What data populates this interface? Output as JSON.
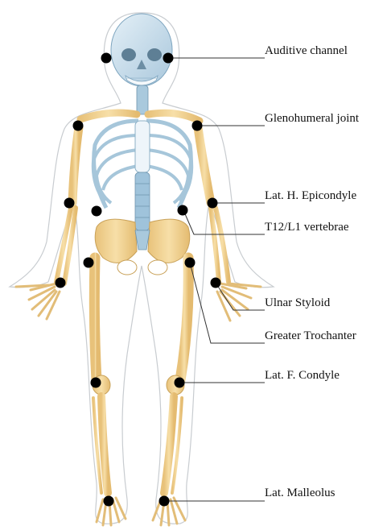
{
  "title": "",
  "landmarks": [
    {
      "id": "auditive",
      "label": "Auditive channel"
    },
    {
      "id": "gleno",
      "label": "Glenohumeral joint"
    },
    {
      "id": "epicondyle",
      "label": "Lat. H. Epicondyle"
    },
    {
      "id": "t12",
      "label": "T12/L1 vertebrae"
    },
    {
      "id": "ulnar",
      "label": "Ulnar Styloid"
    },
    {
      "id": "trochanter",
      "label": "Greater Trochanter"
    },
    {
      "id": "fcondyle",
      "label": "Lat. F. Condyle"
    },
    {
      "id": "malleolus",
      "label": "Lat. Malleolus"
    }
  ],
  "colors": {
    "bone": "#f3d597",
    "bone_stroke": "#c9a25a",
    "skull": "#cfe3ef",
    "ribs": "#bcd6e6",
    "skin_outline": "#c8ccd0",
    "marker": "#000000",
    "leader": "#333333"
  }
}
